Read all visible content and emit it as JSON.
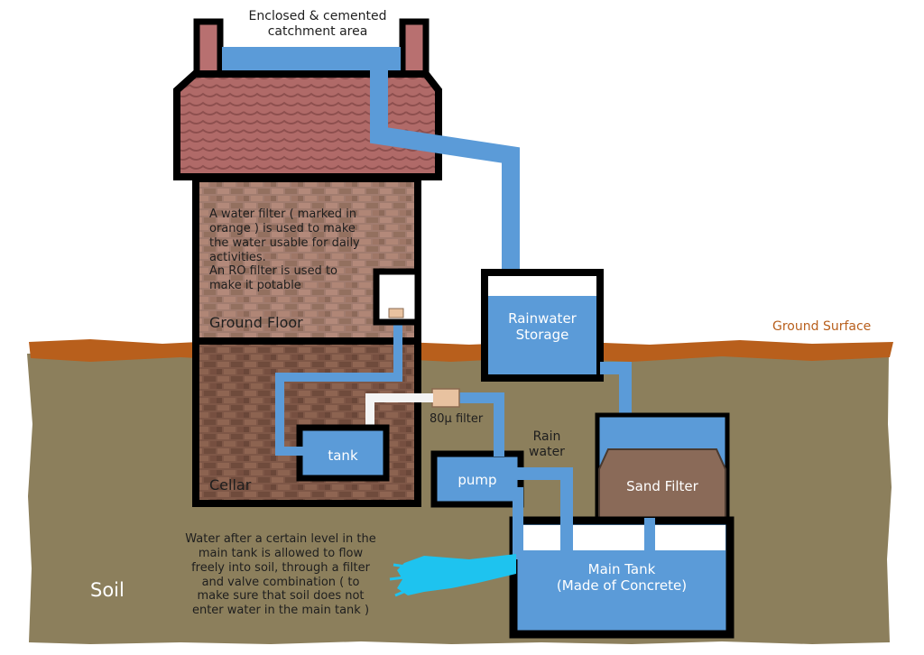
{
  "labels": {
    "catchment": "Enclosed & cemented\ncatchment area",
    "house_note": "A water filter ( marked in\norange ) is used to make\nthe water usable for daily\nactivities.\nAn RO filter is used to\nmake it potable",
    "ground_floor": "Ground Floor",
    "cellar": "Cellar",
    "tank": "tank",
    "filter_80": "80μ filter",
    "pump": "pump",
    "rain_water": "Rain\nwater",
    "rainwater_storage": "Rainwater\nStorage",
    "ground_surface": "Ground Surface",
    "sand_filter": "Sand Filter",
    "main_tank": "Main Tank\n(Made of Concrete)",
    "soil": "Soil",
    "overflow_note": "Water after a certain level in the\nmain tank is allowed to flow\nfreely into soil, through a filter\nand valve combination ( to\nmake sure that soil does not\nenter water in the main tank )"
  },
  "colors": {
    "soil": "#8c7f5c",
    "ground_surface": "#b85f1c",
    "water": "#5b9bd8",
    "roof": "#a85f5f",
    "brick": "#a07b6e",
    "sand": "#8a6a58",
    "filter": "#e8c2a0",
    "overflow_spray": "#1ec3ef",
    "outline": "#000000"
  }
}
